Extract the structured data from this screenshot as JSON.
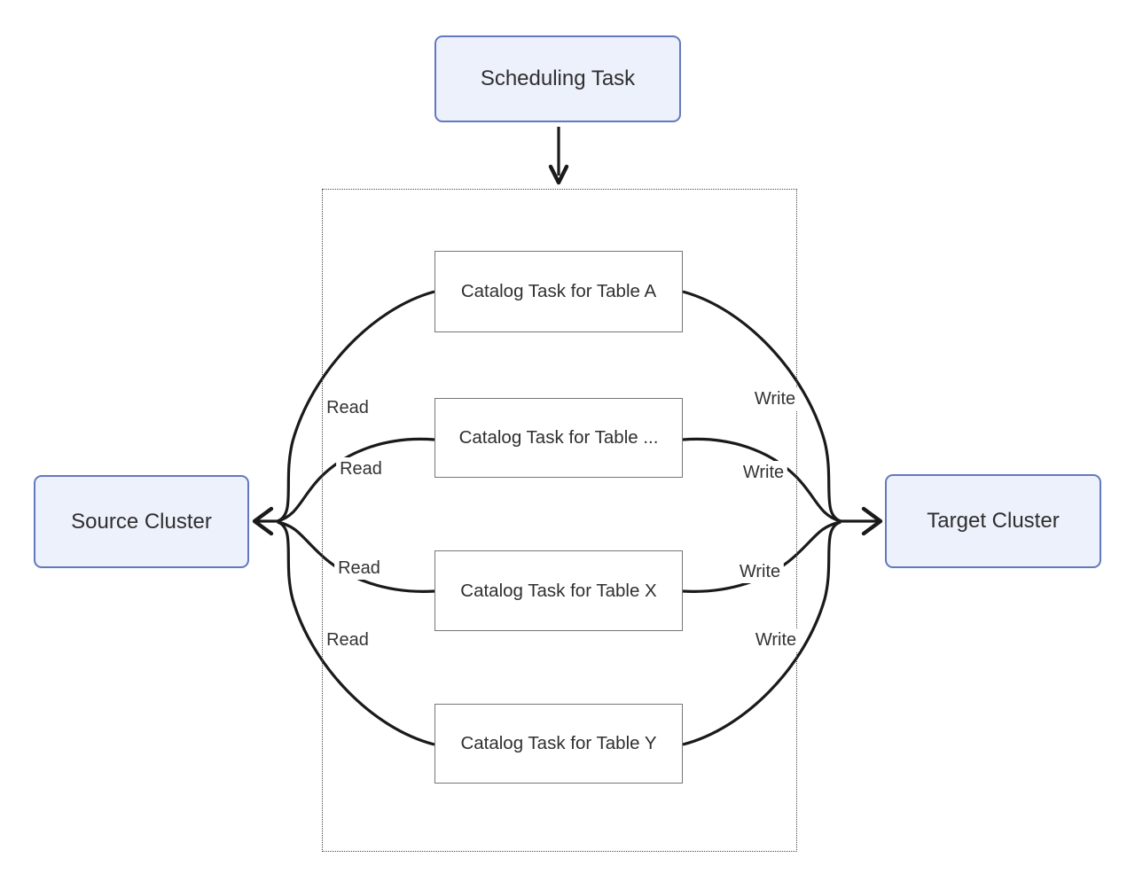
{
  "diagram": {
    "nodes": {
      "scheduling": {
        "label": "Scheduling Task"
      },
      "source_cluster": {
        "label": "Source Cluster"
      },
      "target_cluster": {
        "label": "Target Cluster"
      },
      "catalog_tasks": [
        {
          "label": "Catalog Task for Table A"
        },
        {
          "label": "Catalog Task for Table ..."
        },
        {
          "label": "Catalog Task for Table X"
        },
        {
          "label": "Catalog Task for Table Y"
        }
      ]
    },
    "edge_labels": {
      "read": [
        "Read",
        "Read",
        "Read",
        "Read"
      ],
      "write": [
        "Write",
        "Write",
        "Write",
        "Write"
      ]
    },
    "colors": {
      "node_fill": "#edf1fb",
      "node_border": "#6379bf",
      "task_border": "#767676",
      "edge_stroke": "#1a1a1a",
      "text": "#2f2f2f"
    }
  }
}
